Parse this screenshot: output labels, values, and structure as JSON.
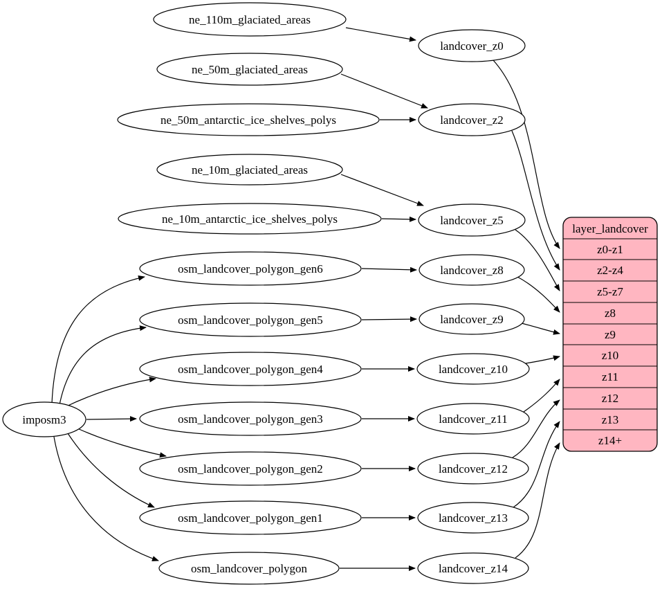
{
  "diagram": {
    "kind": "etl-dependency-graph",
    "colors": {
      "background": "#ffffff",
      "node_fill": "#ffffff",
      "node_stroke": "#000000",
      "edge": "#000000",
      "record_fill": "#ffb6c1"
    },
    "nodes": {
      "importer": "imposm3",
      "natural_earth_sources": [
        "ne_110m_glaciated_areas",
        "ne_50m_glaciated_areas",
        "ne_50m_antarctic_ice_shelves_polys",
        "ne_10m_glaciated_areas",
        "ne_10m_antarctic_ice_shelves_polys"
      ],
      "osm_tables": [
        "osm_landcover_polygon_gen6",
        "osm_landcover_polygon_gen5",
        "osm_landcover_polygon_gen4",
        "osm_landcover_polygon_gen3",
        "osm_landcover_polygon_gen2",
        "osm_landcover_polygon_gen1",
        "osm_landcover_polygon"
      ],
      "generalized_tables": [
        "landcover_z0",
        "landcover_z2",
        "landcover_z5",
        "landcover_z8",
        "landcover_z9",
        "landcover_z10",
        "landcover_z11",
        "landcover_z12",
        "landcover_z13",
        "landcover_z14"
      ],
      "record": {
        "title": "layer_landcover",
        "rows": [
          "z0-z1",
          "z2-z4",
          "z5-z7",
          "z8",
          "z9",
          "z10",
          "z11",
          "z12",
          "z13",
          "z14+"
        ]
      }
    },
    "edges": [
      [
        "ne_110m_glaciated_areas",
        "landcover_z0"
      ],
      [
        "ne_50m_glaciated_areas",
        "landcover_z2"
      ],
      [
        "ne_50m_antarctic_ice_shelves_polys",
        "landcover_z2"
      ],
      [
        "ne_10m_glaciated_areas",
        "landcover_z5"
      ],
      [
        "ne_10m_antarctic_ice_shelves_polys",
        "landcover_z5"
      ],
      [
        "imposm3",
        "osm_landcover_polygon_gen6"
      ],
      [
        "imposm3",
        "osm_landcover_polygon_gen5"
      ],
      [
        "imposm3",
        "osm_landcover_polygon_gen4"
      ],
      [
        "imposm3",
        "osm_landcover_polygon_gen3"
      ],
      [
        "imposm3",
        "osm_landcover_polygon_gen2"
      ],
      [
        "imposm3",
        "osm_landcover_polygon_gen1"
      ],
      [
        "imposm3",
        "osm_landcover_polygon"
      ],
      [
        "osm_landcover_polygon_gen6",
        "landcover_z8"
      ],
      [
        "osm_landcover_polygon_gen5",
        "landcover_z9"
      ],
      [
        "osm_landcover_polygon_gen4",
        "landcover_z10"
      ],
      [
        "osm_landcover_polygon_gen3",
        "landcover_z11"
      ],
      [
        "osm_landcover_polygon_gen2",
        "landcover_z12"
      ],
      [
        "osm_landcover_polygon_gen1",
        "landcover_z13"
      ],
      [
        "osm_landcover_polygon",
        "landcover_z14"
      ],
      [
        "landcover_z0",
        "layer_landcover:z0-z1"
      ],
      [
        "landcover_z2",
        "layer_landcover:z2-z4"
      ],
      [
        "landcover_z5",
        "layer_landcover:z5-z7"
      ],
      [
        "landcover_z8",
        "layer_landcover:z8"
      ],
      [
        "landcover_z9",
        "layer_landcover:z9"
      ],
      [
        "landcover_z10",
        "layer_landcover:z10"
      ],
      [
        "landcover_z11",
        "layer_landcover:z11"
      ],
      [
        "landcover_z12",
        "layer_landcover:z12"
      ],
      [
        "landcover_z13",
        "layer_landcover:z13"
      ],
      [
        "landcover_z14",
        "layer_landcover:z14+"
      ]
    ]
  }
}
